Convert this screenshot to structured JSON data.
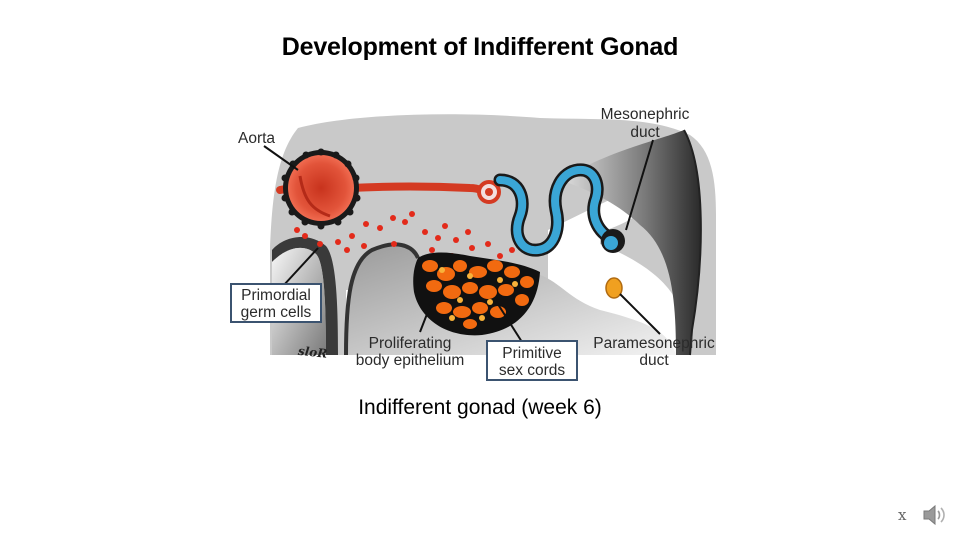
{
  "slide": {
    "title": "Development of Indifferent Gonad",
    "caption": "Indifferent gonad (week 6)"
  },
  "labels": {
    "aorta": "Aorta",
    "mesonephric_1": "Mesonephric",
    "mesonephric_2": "duct",
    "primordial_1": "Primordial",
    "primordial_2": "germ cells",
    "proliferating_1": "Proliferating",
    "proliferating_2": "body epithelium",
    "primitive_1": "Primitive",
    "primitive_2": "sex cords",
    "paramesonephric_1": "Paramesonephric",
    "paramesonephric_2": "duct",
    "signature": "sloR"
  },
  "controls": {
    "close_label": "x",
    "audio_icon": "speaker-icon"
  },
  "colors": {
    "aorta_red": "#d43a22",
    "germ_cell_red": "#e32a1a",
    "mesonephric_blue": "#3aa6d6",
    "paramesonephric_orange": "#f0a020",
    "label_box_border": "#3b5370",
    "tissue_gray": "#c8c8c8"
  }
}
